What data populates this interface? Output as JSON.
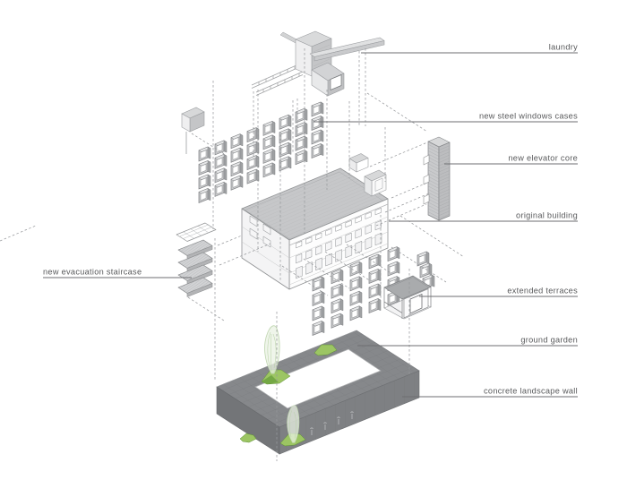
{
  "annotations": {
    "right": [
      {
        "text": "laundry"
      },
      {
        "text": "new steel windows cases"
      },
      {
        "text": "new elevator core"
      },
      {
        "text": "original building"
      },
      {
        "text": "extended terraces"
      },
      {
        "text": "ground garden"
      },
      {
        "text": "concrete landscape wall"
      }
    ],
    "left": [
      {
        "text": "new evacuation staircase"
      }
    ]
  },
  "colors": {
    "label_text": "#58595b",
    "leader_line": "#6d6e71",
    "projection_dash": "#97999c",
    "roof": "#c6c7c9",
    "ground_band": "#86888b",
    "ground_wall_front": "#7e8083",
    "ground_wall_side": "#737578",
    "pavilion_roof": "#a9abad",
    "garden_green": "#9cc563",
    "garden_green_dark": "#74a844",
    "tree_green": "#c3d8b4"
  }
}
